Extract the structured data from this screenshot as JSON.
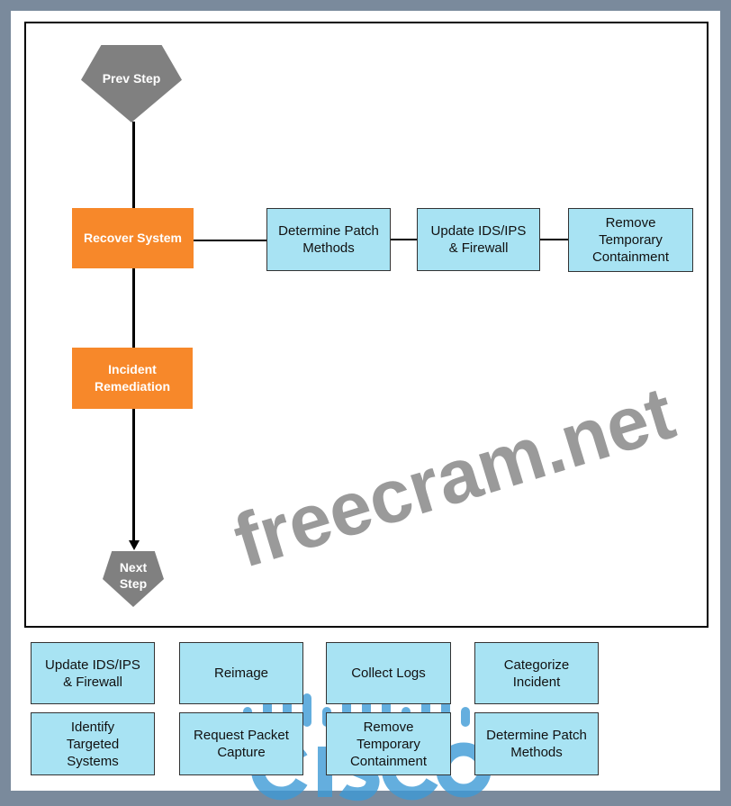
{
  "diagram": {
    "prev_step": "Prev Step",
    "next_step": "Next Step",
    "recover_system": "Recover System",
    "incident_remediation": "Incident Remediation",
    "placed_steps": [
      "Determine Patch Methods",
      "Update IDS/IPS & Firewall",
      "Remove Temporary Containment"
    ]
  },
  "options": [
    "Update IDS/IPS & Firewall",
    "Reimage",
    "Collect Logs",
    "Categorize Incident",
    "Identify Targeted Systems",
    "Request Packet Capture",
    "Remove Temporary Containment",
    "Determine Patch Methods"
  ],
  "watermarks": {
    "site": "freecram.net",
    "logo": "cisco"
  },
  "colors": {
    "orange": "#f7882a",
    "cyan": "#a8e3f3",
    "gray": "#808080"
  }
}
